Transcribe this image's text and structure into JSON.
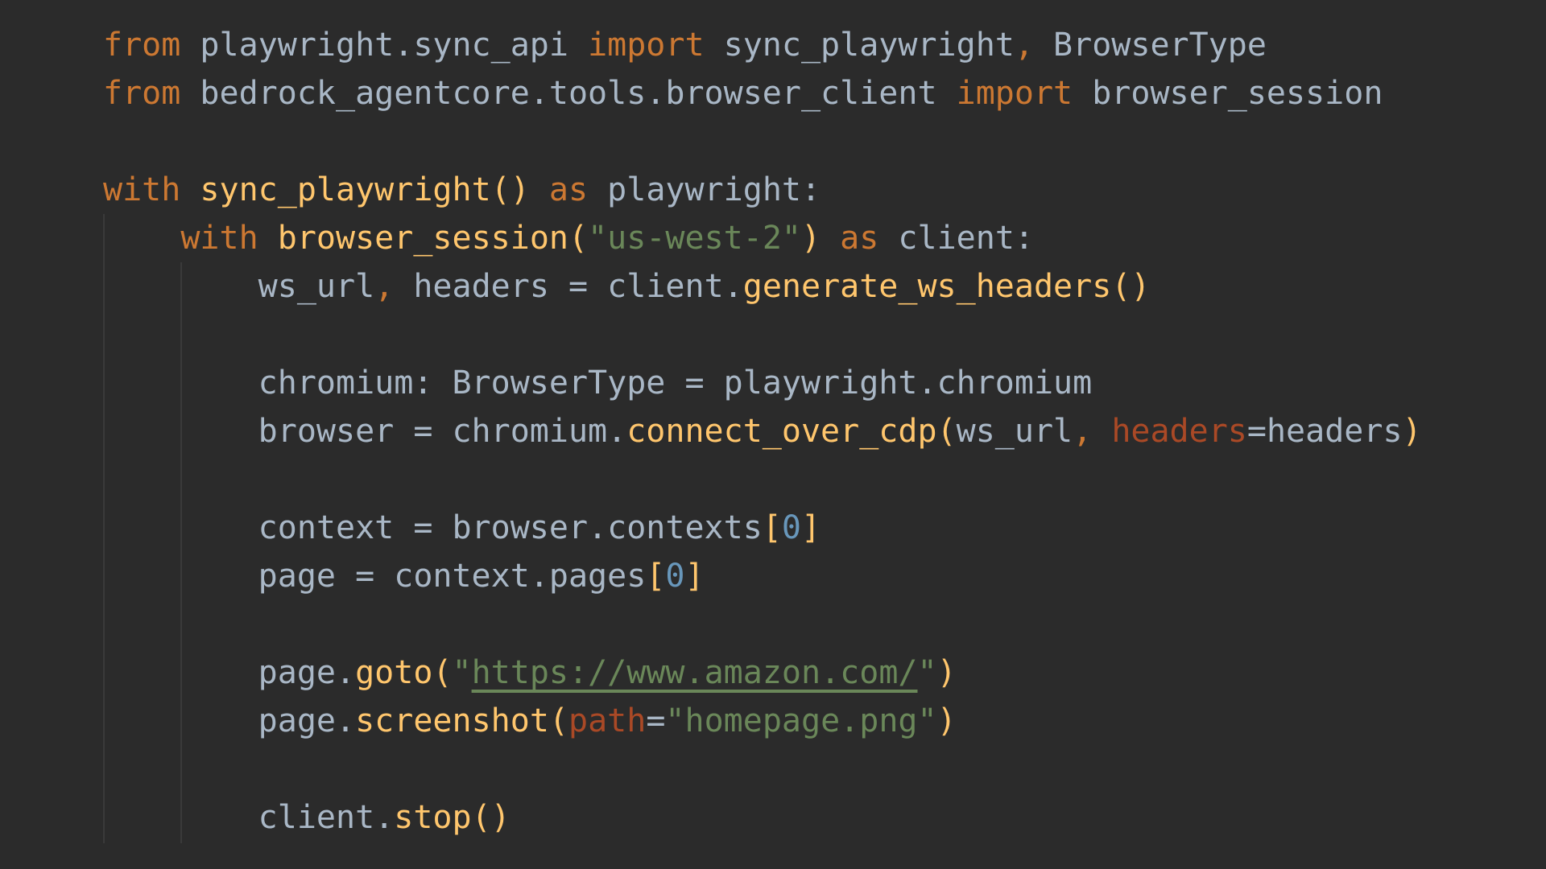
{
  "editor": {
    "language": "python",
    "theme_colors": {
      "background": "#2b2b2b",
      "default": "#a9b7c6",
      "keyword": "#cc7832",
      "function": "#ffc66d",
      "string": "#6a8759",
      "number": "#6897bb",
      "kwarg": "#aa4926"
    },
    "lines": [
      [
        {
          "t": "from",
          "k": "kw"
        },
        {
          "t": " playwright.sync_api ",
          "k": "txt"
        },
        {
          "t": "import",
          "k": "kw"
        },
        {
          "t": " sync_playwright",
          "k": "txt"
        },
        {
          "t": ",",
          "k": "kw"
        },
        {
          "t": " BrowserType",
          "k": "txt"
        }
      ],
      [
        {
          "t": "from",
          "k": "kw"
        },
        {
          "t": " bedrock_agentcore.tools.browser_client ",
          "k": "txt"
        },
        {
          "t": "import",
          "k": "kw"
        },
        {
          "t": " browser_session",
          "k": "txt"
        }
      ],
      [],
      [
        {
          "t": "with",
          "k": "kw"
        },
        {
          "t": " ",
          "k": "txt"
        },
        {
          "t": "sync_playwright",
          "k": "fn"
        },
        {
          "t": "()",
          "k": "par"
        },
        {
          "t": " ",
          "k": "txt"
        },
        {
          "t": "as",
          "k": "kw"
        },
        {
          "t": " playwright:",
          "k": "txt"
        }
      ],
      [
        {
          "t": "    ",
          "k": "txt"
        },
        {
          "t": "with",
          "k": "kw"
        },
        {
          "t": " ",
          "k": "txt"
        },
        {
          "t": "browser_session",
          "k": "fn"
        },
        {
          "t": "(",
          "k": "par"
        },
        {
          "t": "\"us-west-2\"",
          "k": "str"
        },
        {
          "t": ")",
          "k": "par"
        },
        {
          "t": " ",
          "k": "txt"
        },
        {
          "t": "as",
          "k": "kw"
        },
        {
          "t": " client:",
          "k": "txt"
        }
      ],
      [
        {
          "t": "        ws_url",
          "k": "txt"
        },
        {
          "t": ",",
          "k": "kw"
        },
        {
          "t": " headers = client.",
          "k": "txt"
        },
        {
          "t": "generate_ws_headers",
          "k": "fn"
        },
        {
          "t": "()",
          "k": "par"
        }
      ],
      [],
      [
        {
          "t": "        chromium: BrowserType = playwright.chromium",
          "k": "txt"
        }
      ],
      [
        {
          "t": "        browser = chromium.",
          "k": "txt"
        },
        {
          "t": "connect_over_cdp",
          "k": "fn"
        },
        {
          "t": "(",
          "k": "par"
        },
        {
          "t": "ws_url",
          "k": "txt"
        },
        {
          "t": ",",
          "k": "kw"
        },
        {
          "t": " ",
          "k": "txt"
        },
        {
          "t": "headers",
          "k": "kwarg"
        },
        {
          "t": "=headers",
          "k": "txt"
        },
        {
          "t": ")",
          "k": "par"
        }
      ],
      [],
      [
        {
          "t": "        context = browser.contexts",
          "k": "txt"
        },
        {
          "t": "[",
          "k": "brk"
        },
        {
          "t": "0",
          "k": "num"
        },
        {
          "t": "]",
          "k": "brk"
        }
      ],
      [
        {
          "t": "        page = context.pages",
          "k": "txt"
        },
        {
          "t": "[",
          "k": "brk"
        },
        {
          "t": "0",
          "k": "num"
        },
        {
          "t": "]",
          "k": "brk"
        }
      ],
      [],
      [
        {
          "t": "        page.",
          "k": "txt"
        },
        {
          "t": "goto",
          "k": "fn"
        },
        {
          "t": "(",
          "k": "par"
        },
        {
          "t": "\"",
          "k": "str"
        },
        {
          "t": "https://www.amazon.com/",
          "k": "str url"
        },
        {
          "t": "\"",
          "k": "str"
        },
        {
          "t": ")",
          "k": "par"
        }
      ],
      [
        {
          "t": "        page.",
          "k": "txt"
        },
        {
          "t": "screenshot",
          "k": "fn"
        },
        {
          "t": "(",
          "k": "par"
        },
        {
          "t": "path",
          "k": "kwarg"
        },
        {
          "t": "=",
          "k": "txt"
        },
        {
          "t": "\"homepage.png\"",
          "k": "str"
        },
        {
          "t": ")",
          "k": "par"
        }
      ],
      [],
      [
        {
          "t": "        client.",
          "k": "txt"
        },
        {
          "t": "stop",
          "k": "fn"
        },
        {
          "t": "()",
          "k": "par"
        }
      ]
    ]
  }
}
